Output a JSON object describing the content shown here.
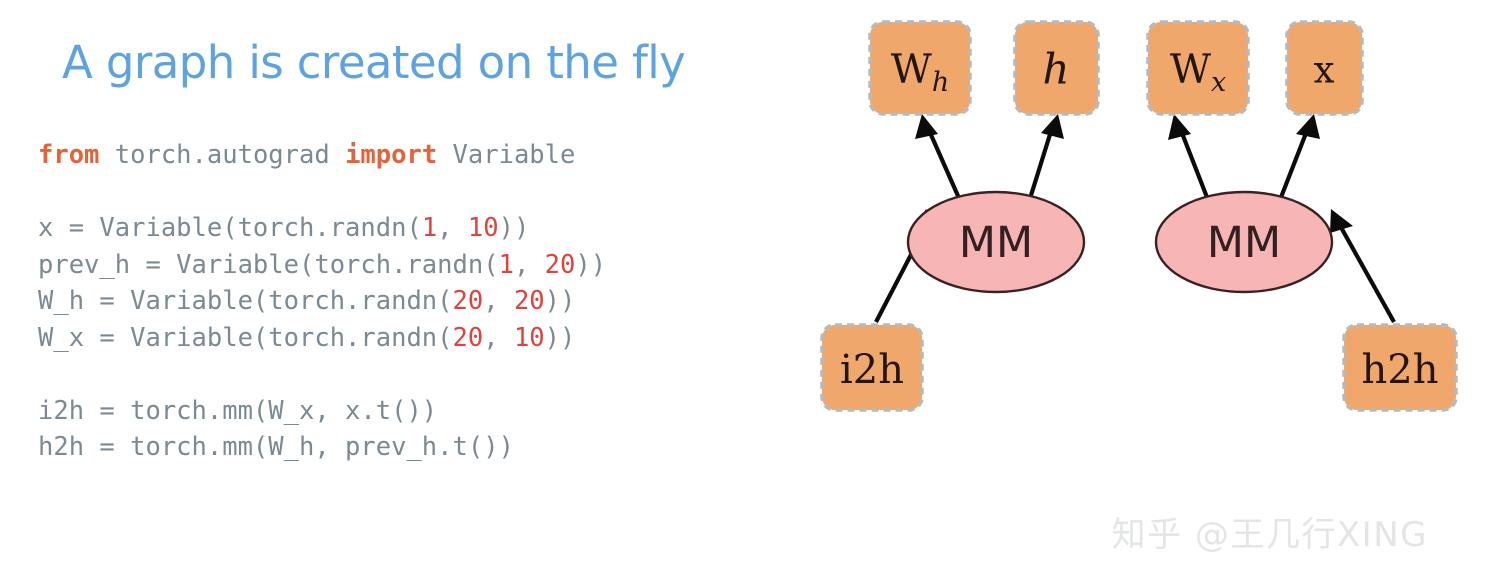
{
  "slide": {
    "title": "A graph is created on the fly",
    "title_color": "#5fa2e0",
    "background_color": "#ffffff"
  },
  "code": {
    "language": "python",
    "text_color": "#7b8a92",
    "keyword_color": "#e4633a",
    "number_color": "#e0423c",
    "lines": [
      {
        "id": "line-import",
        "segments": [
          {
            "t": "from",
            "k": "kw"
          },
          {
            "t": " torch.autograd ",
            "k": "plain"
          },
          {
            "t": "import",
            "k": "kw"
          },
          {
            "t": " Variable",
            "k": "plain"
          }
        ]
      },
      {
        "id": "line-blank-1",
        "segments": []
      },
      {
        "id": "line-x",
        "segments": [
          {
            "t": "x = Variable(torch.randn(",
            "k": "plain"
          },
          {
            "t": "1",
            "k": "num"
          },
          {
            "t": ", ",
            "k": "plain"
          },
          {
            "t": "10",
            "k": "num"
          },
          {
            "t": "))",
            "k": "plain"
          }
        ]
      },
      {
        "id": "line-prev-h",
        "segments": [
          {
            "t": "prev_h = Variable(torch.randn(",
            "k": "plain"
          },
          {
            "t": "1",
            "k": "num"
          },
          {
            "t": ", ",
            "k": "plain"
          },
          {
            "t": "20",
            "k": "num"
          },
          {
            "t": "))",
            "k": "plain"
          }
        ]
      },
      {
        "id": "line-W-h",
        "segments": [
          {
            "t": "W_h = Variable(torch.randn(",
            "k": "plain"
          },
          {
            "t": "20",
            "k": "num"
          },
          {
            "t": ", ",
            "k": "plain"
          },
          {
            "t": "20",
            "k": "num"
          },
          {
            "t": "))",
            "k": "plain"
          }
        ]
      },
      {
        "id": "line-W-x",
        "segments": [
          {
            "t": "W_x = Variable(torch.randn(",
            "k": "plain"
          },
          {
            "t": "20",
            "k": "num"
          },
          {
            "t": ", ",
            "k": "plain"
          },
          {
            "t": "10",
            "k": "num"
          },
          {
            "t": "))",
            "k": "plain"
          }
        ]
      },
      {
        "id": "line-blank-2",
        "segments": []
      },
      {
        "id": "line-i2h",
        "segments": [
          {
            "t": "i2h = torch.mm(W_x, x.t())",
            "k": "plain"
          }
        ]
      },
      {
        "id": "line-h2h",
        "segments": [
          {
            "t": "h2h = torch.mm(W_h, prev_h.t())",
            "k": "plain"
          }
        ]
      }
    ]
  },
  "graph": {
    "box_fill": "#f0a76b",
    "box_border": "#b9b9b9",
    "ellipse_fill": "#f8b5b5",
    "ellipse_border": "#3a2222",
    "edge_color": "#0b0b0b",
    "nodes": [
      {
        "id": "node-W-h",
        "kind": "box",
        "base": "W",
        "sub": "h",
        "label": "W_h"
      },
      {
        "id": "node-h",
        "kind": "box",
        "base": "h",
        "sub": "",
        "label": "h"
      },
      {
        "id": "node-W-x",
        "kind": "box",
        "base": "W",
        "sub": "x",
        "label": "W_x"
      },
      {
        "id": "node-x",
        "kind": "box",
        "base": "x",
        "sub": "",
        "label": "x"
      },
      {
        "id": "node-mm-left",
        "kind": "ellipse",
        "base": "MM",
        "sub": "",
        "label": "MM"
      },
      {
        "id": "node-mm-right",
        "kind": "ellipse",
        "base": "MM",
        "sub": "",
        "label": "MM"
      },
      {
        "id": "node-i2h",
        "kind": "box",
        "base": "i2h",
        "sub": "",
        "label": "i2h"
      },
      {
        "id": "node-h2h",
        "kind": "box",
        "base": "h2h",
        "sub": "",
        "label": "h2h"
      }
    ],
    "edges": [
      {
        "id": "edge-i2h-to-mm-left",
        "from": "i2h",
        "to": "MM (left)"
      },
      {
        "id": "edge-mm-left-to-W-h",
        "from": "MM (left)",
        "to": "W_h"
      },
      {
        "id": "edge-mm-left-to-h",
        "from": "MM (left)",
        "to": "h"
      },
      {
        "id": "edge-h2h-to-mm-right",
        "from": "h2h",
        "to": "MM (right)"
      },
      {
        "id": "edge-mm-right-to-W-x",
        "from": "MM (right)",
        "to": "W_x"
      },
      {
        "id": "edge-mm-right-to-x",
        "from": "MM (right)",
        "to": "x"
      }
    ]
  },
  "watermark": {
    "text": "知乎 @王几行XING"
  }
}
